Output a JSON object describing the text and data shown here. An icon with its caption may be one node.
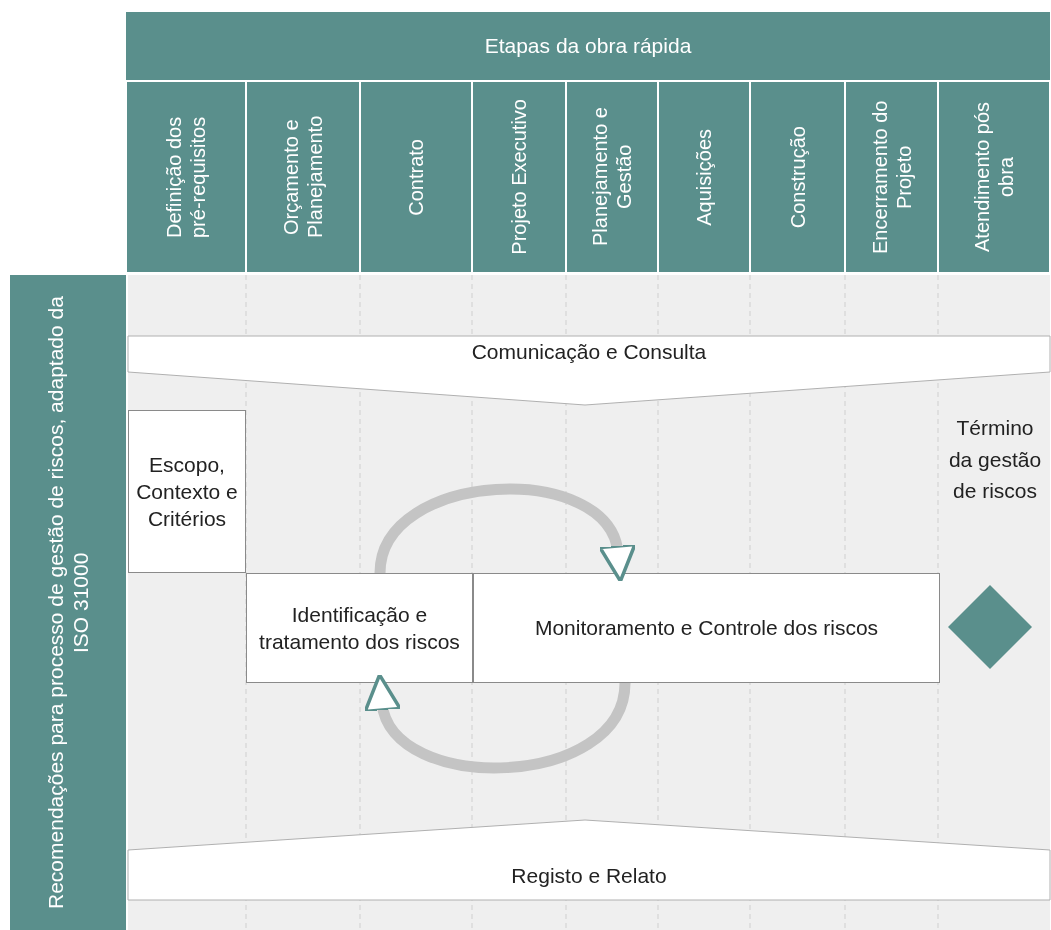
{
  "diagram": {
    "nodes": [
      {
        "text": [
          "Etapas da obra rápida"
        ]
      },
      {
        "text": [
          "Definição dos pré-requisitos"
        ]
      },
      {
        "text": [
          "Orçamento e Planejamento"
        ]
      },
      {
        "text": [
          "Contrato"
        ]
      },
      {
        "text": [
          "Projeto Executivo"
        ]
      },
      {
        "text": [
          "Planejamento e Gestão"
        ]
      },
      {
        "text": [
          "Aquisições"
        ]
      },
      {
        "text": [
          "Construção"
        ]
      },
      {
        "text": [
          "Encerramento do Projeto"
        ]
      },
      {
        "text": [
          "Atendimento pós obra"
        ]
      },
      {
        "text": [
          "Recomendações para processo de gestão de riscos, adaptado da ISO 31000"
        ]
      },
      {
        "text": [
          "Comunicação e Consulta"
        ]
      },
      {
        "text": [
          "Escopo, Contexto e Critérios"
        ]
      },
      {
        "text": [
          "Identificação e tratamento dos riscos"
        ]
      },
      {
        "text": [
          "Monitoramento e Controle dos riscos"
        ]
      },
      {
        "text": [],
        "shape": "diamond"
      },
      {
        "text": [
          "Registo e Relato"
        ]
      }
    ],
    "edges": [
      {
        "from": 13,
        "to": 14,
        "arrow": "to"
      },
      {
        "from": 14,
        "to": 13,
        "arrow": "to"
      }
    ],
    "labels": [
      "Término da gestão de riscos"
    ]
  }
}
